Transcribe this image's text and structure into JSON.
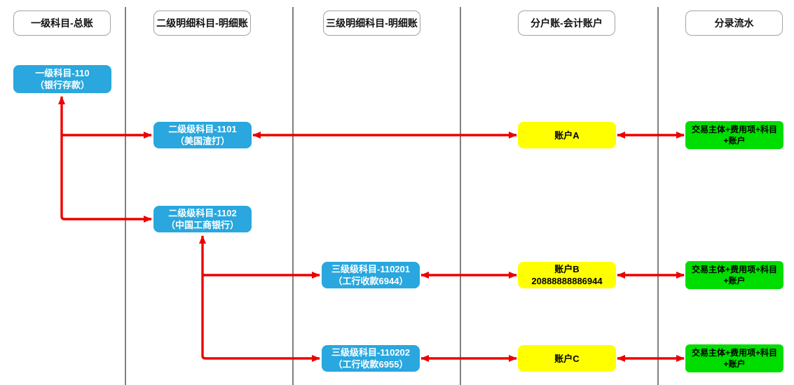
{
  "diagram": {
    "columns": [
      {
        "label": "一级科目-总账"
      },
      {
        "label": "二级明细科目-明细账"
      },
      {
        "label": "三级明细科目-明细账"
      },
      {
        "label": "分户账-会计账户"
      },
      {
        "label": "分录流水"
      }
    ],
    "nodes": {
      "ledger_110": {
        "line1": "一级科目-110",
        "line2": "（银行存款）"
      },
      "sub_1101": {
        "line1": "二级级科目-1101",
        "line2": "（美国渣打）"
      },
      "sub_1102": {
        "line1": "二级级科目-1102",
        "line2": "（中国工商银行）"
      },
      "sub_110201": {
        "line1": "三级级科目-110201",
        "line2": "（工行收款6944）"
      },
      "sub_110202": {
        "line1": "三级级科目-110202",
        "line2": "（工行收款6955）"
      },
      "account_a": {
        "line1": "账户A",
        "line2": ""
      },
      "account_b": {
        "line1": "账户B",
        "line2": "20888888886944"
      },
      "account_c": {
        "line1": "账户C",
        "line2": ""
      },
      "entry_a": {
        "line1": "交易主体+费用项+科目",
        "line2": "+账户"
      },
      "entry_b": {
        "line1": "交易主体+费用项+科目",
        "line2": "+账户"
      },
      "entry_c": {
        "line1": "交易主体+费用项+科目",
        "line2": "+账户"
      }
    },
    "colors": {
      "node_blue": "#29A7DE",
      "node_yellow": "#FFFF00",
      "node_green": "#00DD00",
      "arrow_red": "#EE0000",
      "divider_gray": "#808080",
      "header_border": "#A3A3A3"
    }
  }
}
